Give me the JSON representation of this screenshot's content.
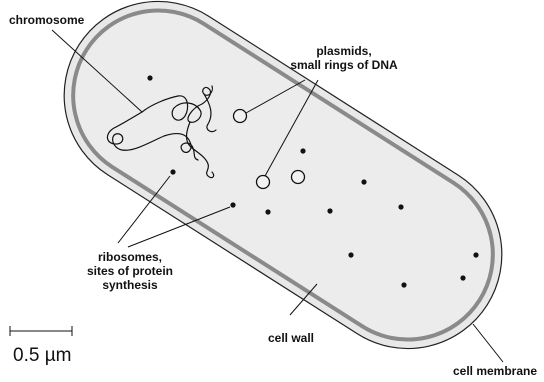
{
  "labels": {
    "chromosome": "chromosome",
    "plasmids_line1": "plasmids,",
    "plasmids_line2": "small rings of DNA",
    "ribosomes_line1": "ribosomes,",
    "ribosomes_line2": "sites of protein",
    "ribosomes_line3": "synthesis",
    "cell_wall": "cell wall",
    "cell_membrane": "cell membrane",
    "scale": "0.5 µm"
  },
  "colors": {
    "cell_wall_fill": "#e6e6e6",
    "cytoplasm_fill": "#eaeaea",
    "membrane_stroke": "#8a8a8a",
    "outline": "#222222"
  }
}
